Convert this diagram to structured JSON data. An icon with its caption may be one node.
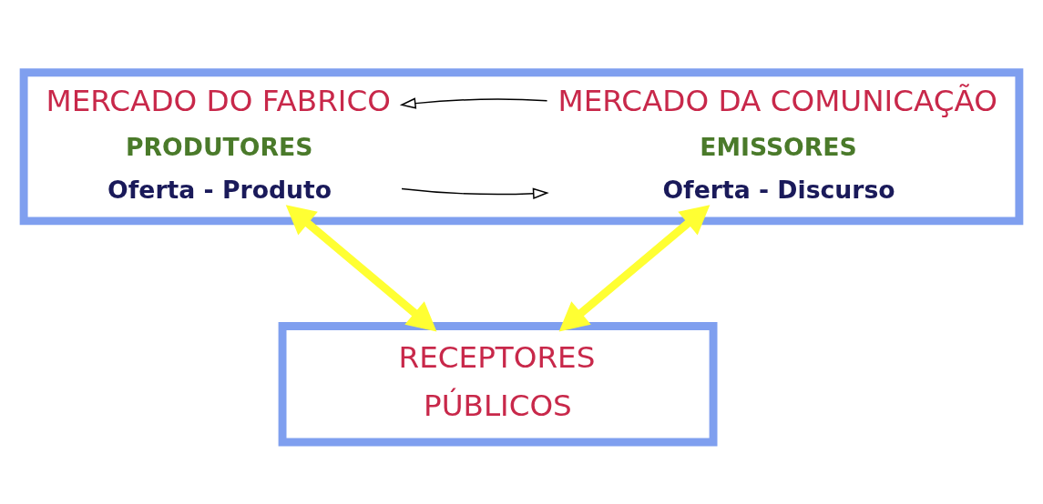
{
  "diagram": {
    "nodes": [
      {
        "text": [],
        "shape": "box"
      },
      {
        "text": [
          "MERCADO DO FABRICO",
          "PRODUTORES",
          "Oferta - Produto"
        ],
        "in": 0
      },
      {
        "text": [
          "MERCADO DA COMUNICAÇÃO",
          "EMISSORES",
          "Oferta - Discurso"
        ],
        "in": 0
      },
      {
        "text": [
          "RECEPTORES",
          "PÚBLICOS"
        ]
      }
    ],
    "edges": [
      {
        "from": 1,
        "to": 2,
        "arrow": "to"
      },
      {
        "from": 2,
        "to": 1,
        "arrow": "to"
      },
      {
        "from": 1,
        "to": 3,
        "arrow": "both",
        "style": "thick",
        "color": "#ffff33"
      },
      {
        "from": 2,
        "to": 3,
        "arrow": "both",
        "style": "thick",
        "color": "#ffff33"
      }
    ]
  }
}
